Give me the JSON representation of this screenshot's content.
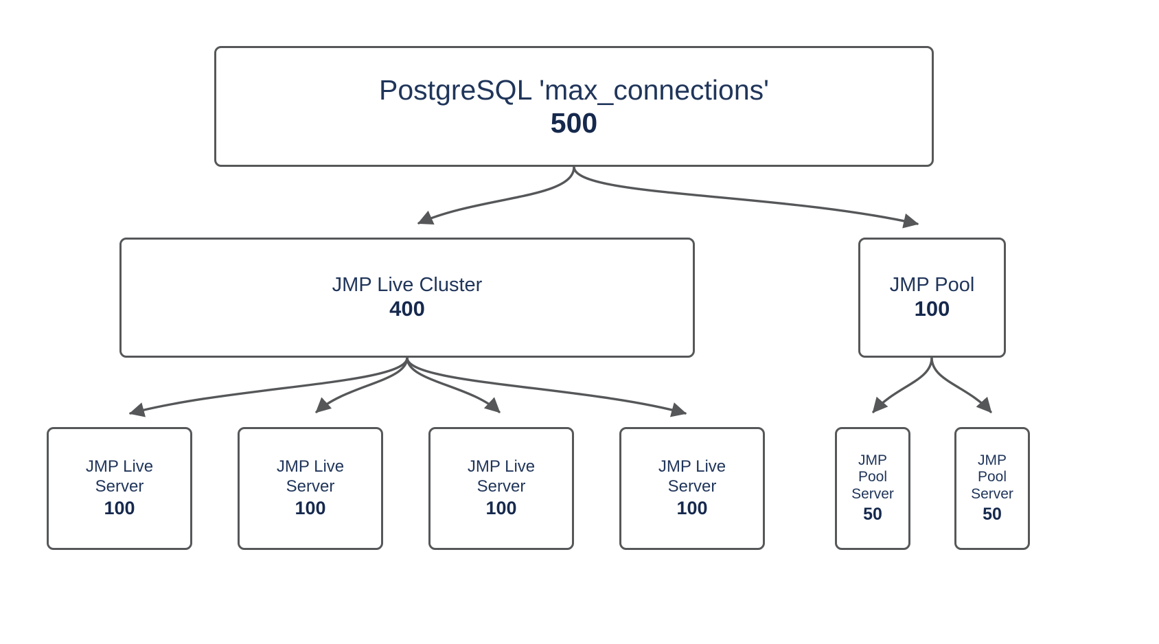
{
  "diagram": {
    "title": "PostgreSQL max_connections allocation tree",
    "colors": {
      "background": "#ffffff",
      "node_border": "#555759",
      "node_fill": "#ffffff",
      "label_text": "#20355a",
      "value_text": "#16294d",
      "edge_stroke": "#555759"
    },
    "nodes": {
      "root": {
        "label": "PostgreSQL 'max_connections'",
        "value": "500"
      },
      "live_cluster": {
        "label": "JMP Live Cluster",
        "value": "400"
      },
      "pool": {
        "label": "JMP Pool",
        "value": "100"
      },
      "live_servers": [
        {
          "label": "JMP Live\nServer",
          "value": "100"
        },
        {
          "label": "JMP Live\nServer",
          "value": "100"
        },
        {
          "label": "JMP Live\nServer",
          "value": "100"
        },
        {
          "label": "JMP Live\nServer",
          "value": "100"
        }
      ],
      "pool_servers": [
        {
          "label": "JMP\nPool\nServer",
          "value": "50"
        },
        {
          "label": "JMP\nPool\nServer",
          "value": "50"
        }
      ]
    },
    "edges": [
      {
        "from": "root",
        "to": "live_cluster"
      },
      {
        "from": "root",
        "to": "pool"
      },
      {
        "from": "live_cluster",
        "to": "live_server_1"
      },
      {
        "from": "live_cluster",
        "to": "live_server_2"
      },
      {
        "from": "live_cluster",
        "to": "live_server_3"
      },
      {
        "from": "live_cluster",
        "to": "live_server_4"
      },
      {
        "from": "pool",
        "to": "pool_server_1"
      },
      {
        "from": "pool",
        "to": "pool_server_2"
      }
    ]
  }
}
